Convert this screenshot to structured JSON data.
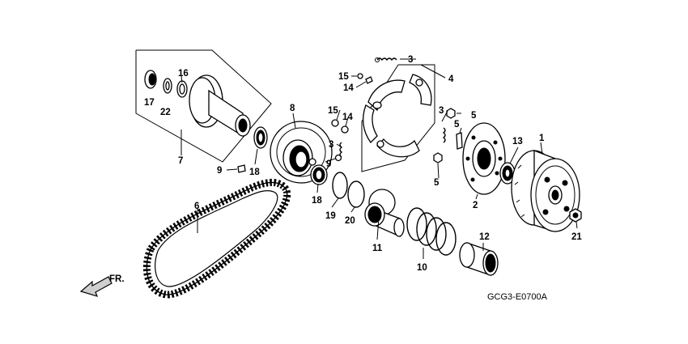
{
  "diagram_code": "GCG3-E0700A",
  "direction_label": "FR.",
  "callouts": [
    {
      "id": "c1",
      "text": "1"
    },
    {
      "id": "c2",
      "text": "2"
    },
    {
      "id": "c3a",
      "text": "3"
    },
    {
      "id": "c3b",
      "text": "3"
    },
    {
      "id": "c3c",
      "text": "3"
    },
    {
      "id": "c4",
      "text": "4"
    },
    {
      "id": "c5a",
      "text": "5"
    },
    {
      "id": "c5b",
      "text": "5"
    },
    {
      "id": "c5c",
      "text": "5"
    },
    {
      "id": "c6",
      "text": "6"
    },
    {
      "id": "c7",
      "text": "7"
    },
    {
      "id": "c8",
      "text": "8"
    },
    {
      "id": "c9a",
      "text": "9"
    },
    {
      "id": "c9b",
      "text": "9"
    },
    {
      "id": "c10",
      "text": "10"
    },
    {
      "id": "c11",
      "text": "11"
    },
    {
      "id": "c12",
      "text": "12"
    },
    {
      "id": "c13",
      "text": "13"
    },
    {
      "id": "c14a",
      "text": "14"
    },
    {
      "id": "c14b",
      "text": "14"
    },
    {
      "id": "c15a",
      "text": "15"
    },
    {
      "id": "c15b",
      "text": "15"
    },
    {
      "id": "c16",
      "text": "16"
    },
    {
      "id": "c17",
      "text": "17"
    },
    {
      "id": "c18a",
      "text": "18"
    },
    {
      "id": "c18b",
      "text": "18"
    },
    {
      "id": "c19",
      "text": "19"
    },
    {
      "id": "c20",
      "text": "20"
    },
    {
      "id": "c21",
      "text": "21"
    },
    {
      "id": "c22",
      "text": "22"
    }
  ]
}
